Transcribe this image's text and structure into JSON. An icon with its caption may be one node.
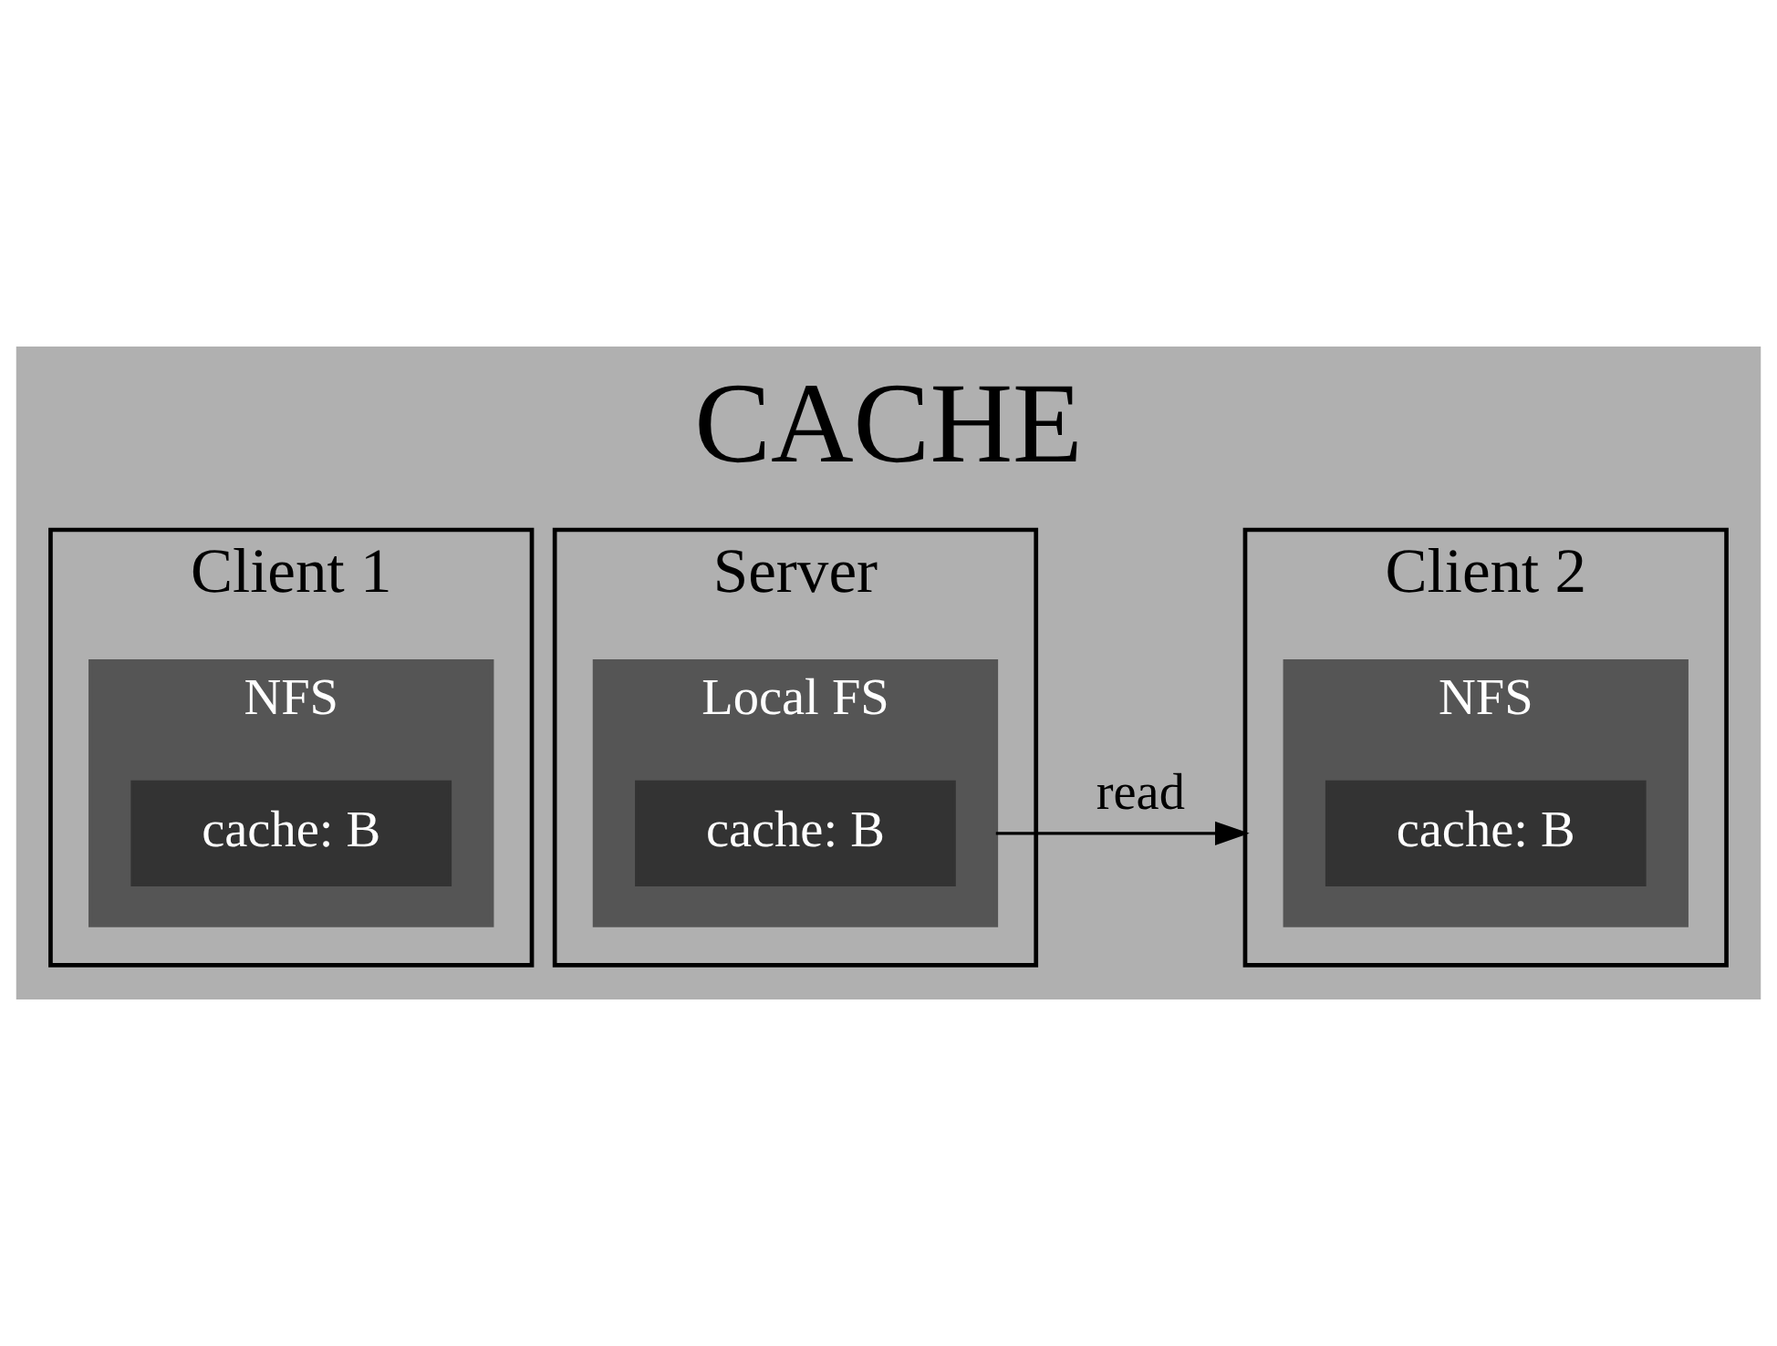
{
  "diagram": {
    "title": "CACHE",
    "nodes": [
      {
        "text": [
          "Client 1"
        ]
      },
      {
        "text": [
          "NFS"
        ],
        "in": 0
      },
      {
        "text": [
          "cache: B"
        ],
        "in": 1
      },
      {
        "text": [
          "Server"
        ]
      },
      {
        "text": [
          "Local FS"
        ],
        "in": 3
      },
      {
        "text": [
          "cache: B"
        ],
        "in": 4
      },
      {
        "text": [
          "Client 2"
        ]
      },
      {
        "text": [
          "NFS"
        ],
        "in": 6
      },
      {
        "text": [
          "cache: B"
        ],
        "in": 7
      }
    ],
    "edges": [
      {
        "from": 4,
        "to": 6,
        "arrow": "to",
        "label": "read"
      }
    ]
  }
}
